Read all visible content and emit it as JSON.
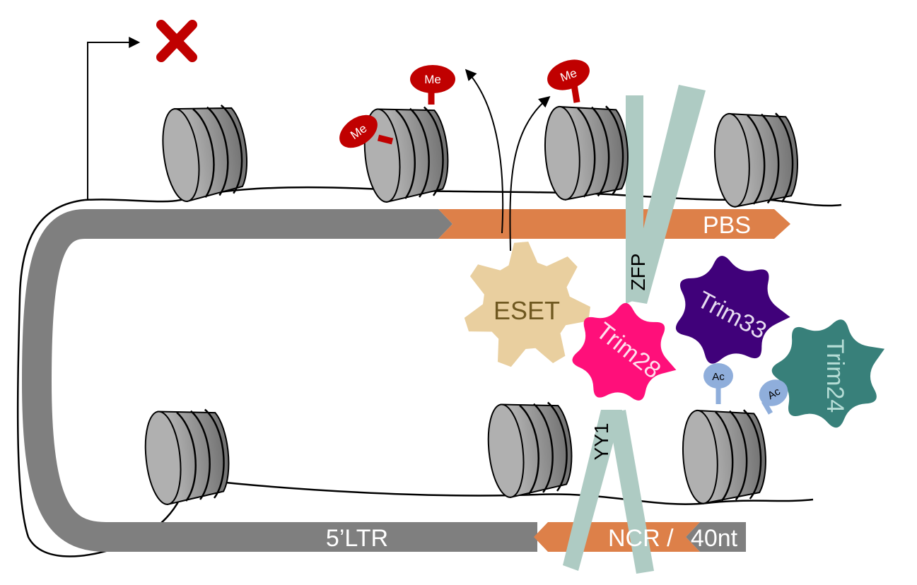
{
  "labels": {
    "pbs": "PBS",
    "ltr": "5’LTR",
    "ncr": "NCR / ",
    "nt40": "40nt",
    "zfp": "ZFP",
    "yy1": "YY1",
    "eset": "ESET",
    "trim28": "Trim28",
    "trim33": "Trim33",
    "trim24": "Trim24",
    "me": "Me",
    "ac": "Ac"
  },
  "colors": {
    "dna_band": "#7f7f7f",
    "segment_orange": "#dd8049",
    "zfp_yy1": "#aecbc3",
    "eset": "#e9cf9f",
    "trim28": "#ff0f7a",
    "trim33": "#40017a",
    "trim24": "#38807a",
    "methyl_mark": "#c00000",
    "acetyl_mark": "#8faedb",
    "nucleosome": "#a6a6a6",
    "repressed_x": "#c00000"
  },
  "icons": {
    "transcription_start": "arrow-right-icon",
    "repressed": "x-mark-icon"
  }
}
